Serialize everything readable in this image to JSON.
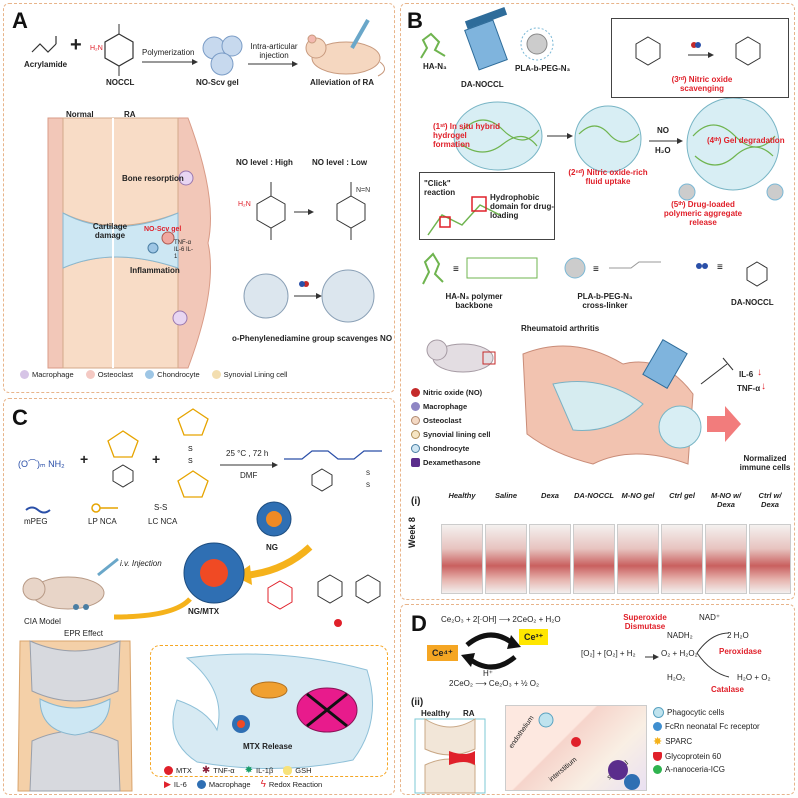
{
  "panelA": {
    "label": "A",
    "acrylamide": "Acrylamide",
    "noccl": "NOCCL",
    "polymerization": "Polymerization",
    "gel": "NO-Scv gel",
    "injection": "Intra-articular injection",
    "alleviation": "Alleviation of RA",
    "normal": "Normal",
    "ra": "RA",
    "bone_resorption": "Bone resorption",
    "cartilage_damage": "Cartilage damage",
    "no_scv_gel": "NO-Scv gel",
    "cytokines": "TNF-α IL-6 IL-1",
    "inflammation": "Inflammation",
    "no_high": "NO level : High",
    "no_low": "NO level : Low",
    "scavenge": "o-Phenylenediamine group scavenges NO",
    "legend": [
      "Macrophage",
      "Osteoclast",
      "Chondrocyte",
      "Synovial Lining cell"
    ]
  },
  "panelB": {
    "label": "B",
    "ha": "HA-N₃",
    "da_noccl": "DA-NOCCL",
    "pla": "PLA-b-PEG-N₃",
    "step1": "(1ˢᵗ) In situ hybrid hydrogel formation",
    "step2": "(2ⁿᵈ) Nitric oxide-rich fluid uptake",
    "step3": "(3ʳᵈ) Nitric oxide scavenging",
    "step4": "(4ᵗʰ) Gel degradation",
    "step5": "(5ᵗʰ) Drug-loaded polymeric aggregate release",
    "no_label": "NO",
    "h2o": "H₂O",
    "click": "\"Click\" reaction",
    "hydrophobic": "Hydrophobic domain for drug-loading",
    "backbone": "HA-N₃ polymer backbone",
    "crosslinker": "PLA-b-PEG-N₃ cross-linker",
    "da_noccl2": "DA-NOCCL",
    "ra_title": "Rheumatoid arthritis",
    "legend": [
      "Nitric oxide (NO)",
      "Macrophage",
      "Osteoclast",
      "Synovial lining cell",
      "Chondrocyte",
      "Dexamethasone"
    ],
    "il6": "IL-6",
    "tnf": "TNF-α",
    "normalized": "Normalized immune cells",
    "roman": "(i)",
    "week": "Week 8",
    "groups": [
      "Healthy",
      "Saline",
      "Dexa",
      "DA-NOCCL",
      "M-NO gel",
      "Ctrl gel",
      "M-NO w/ Dexa",
      "Ctrl w/ Dexa"
    ]
  },
  "panelC": {
    "label": "C",
    "reaction": "25 °C , 72 h",
    "solvent": "DMF",
    "ng": "NG",
    "mpeg": "mPEG",
    "lp": "LP NCA",
    "lc": "LC NCA",
    "ssbond": "S-S",
    "ng_mtx": "NG/MTX",
    "iv": "i.v. Injection",
    "cia": "CIA Model",
    "epr": "EPR Effect",
    "mtx_release": "MTX Release",
    "legend": [
      "MTX",
      "TNF-α",
      "IL-1β",
      "GSH",
      "IL-6",
      "Macrophage",
      "Redox Reaction"
    ]
  },
  "panelD": {
    "label": "D",
    "eq1": "Ce₂O₃ + 2[·OH] ⟶ 2CeO₂ + H₂O",
    "eq2": "2CeO₂ ⟶ Ce₂O₃ + ½ O₂",
    "h_plus": "H⁺",
    "ce4": "Ce⁴⁺",
    "ce3": "Ce³⁺",
    "sod": "Superoxide Dismutase",
    "nad": "NAD⁺",
    "nadh": "NADH₂",
    "o2_eq": "[O₂] + [O₂] + H₂",
    "o2h2o2": "O₂ + H₂O₂",
    "water": "2 H₂O",
    "peroxidase": "Peroxidase",
    "h2o2": "H₂O₂",
    "catalase": "Catalase",
    "products": "H₂O + O₂",
    "roman": "(ii)",
    "healthy": "Healthy",
    "ra": "RA",
    "endothelium": "endothelium",
    "interstitium": "interstitium",
    "synovial": "synovial",
    "legend": [
      "Phagocytic cells",
      "FcRn neonatal Fc receptor",
      "SPARC",
      "Glycoprotein 60",
      "A-nanoceria-ICG"
    ]
  },
  "colors": {
    "border": "#e8b48a",
    "accent_red": "#e0202a",
    "gel_blue": "#bfe3ee",
    "ce4_orange": "#f5a623",
    "ce3_yellow": "#ffe600"
  }
}
